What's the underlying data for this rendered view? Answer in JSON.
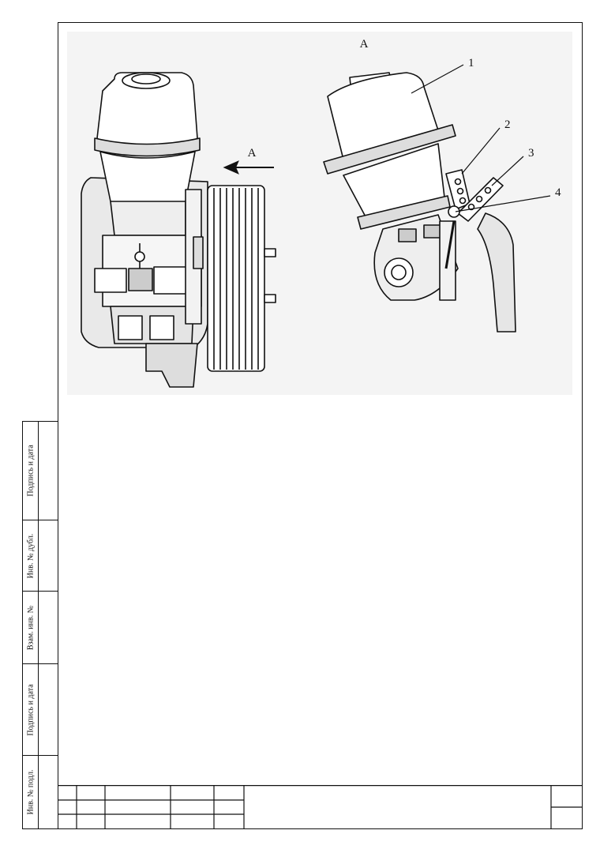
{
  "drawing": {
    "view_label": "А",
    "arrow_label": "А",
    "callouts": [
      "1",
      "2",
      "3",
      "4"
    ]
  },
  "side_strip": {
    "fields": [
      "Инв. № подл.",
      "Подпись и дата",
      "Взам. инв. №",
      "Инв. № дубл.",
      "Подпись и дата"
    ]
  },
  "title_block": {
    "cells": []
  }
}
